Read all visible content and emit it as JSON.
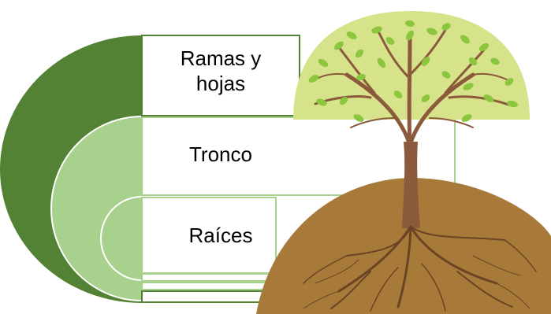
{
  "layers": [
    {
      "label_line1": "Ramas y",
      "label_line2": "hojas"
    },
    {
      "label": "Tronco"
    },
    {
      "label": "Raíces"
    }
  ],
  "colors": {
    "outer_arc": "#548235",
    "middle_arc": "#a9d18e",
    "inner_arc": "#a9d18e",
    "box_border": "#548235",
    "box_border_light": "#a9d18e",
    "canopy": "#d6e38a",
    "leaves": "#8cc63f",
    "branches": "#8b5a3c",
    "soil": "#a77a3a",
    "roots": "#6a4423"
  },
  "icons": {
    "illustration": "tree-with-roots-icon"
  }
}
